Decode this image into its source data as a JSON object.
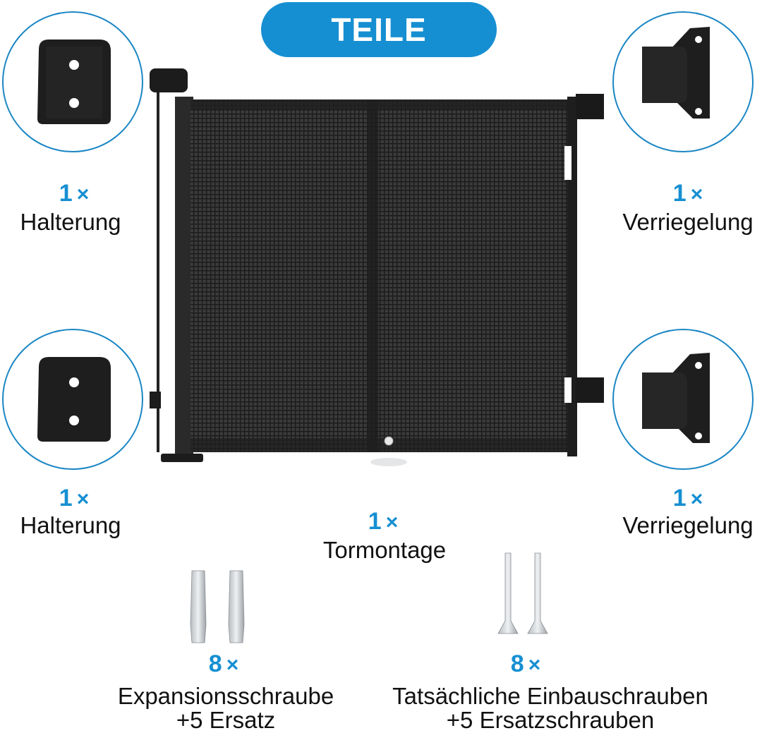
{
  "header": {
    "title": "TEILE"
  },
  "colors": {
    "accent": "#168fd2",
    "circle_border": "#1a86c4",
    "text": "#111111"
  },
  "parts": [
    {
      "id": "bracket-top-left",
      "quantity": "1",
      "multiplier": "×",
      "label": "Halterung",
      "icon": "wall-bracket-icon"
    },
    {
      "id": "lock-top-right",
      "quantity": "1",
      "multiplier": "×",
      "label": "Verriegelung",
      "icon": "latch-lock-icon"
    },
    {
      "id": "bracket-bottom-left",
      "quantity": "1",
      "multiplier": "×",
      "label": "Halterung",
      "icon": "wall-bracket-icon"
    },
    {
      "id": "lock-bottom-right",
      "quantity": "1",
      "multiplier": "×",
      "label": "Verriegelung",
      "icon": "latch-lock-icon"
    },
    {
      "id": "gate",
      "quantity": "1",
      "multiplier": "×",
      "label": "Tormontage",
      "icon": "retractable-gate-icon"
    },
    {
      "id": "anchors",
      "quantity": "8",
      "multiplier": "×",
      "label_line1": "Expansionsschraube",
      "label_line2": "+5 Ersatz",
      "icon": "wall-anchor-icon"
    },
    {
      "id": "screws",
      "quantity": "8",
      "multiplier": "×",
      "label_line1": "Tatsächliche Einbauschrauben",
      "label_line2": "+5 Ersatzschrauben",
      "icon": "screw-icon"
    }
  ]
}
